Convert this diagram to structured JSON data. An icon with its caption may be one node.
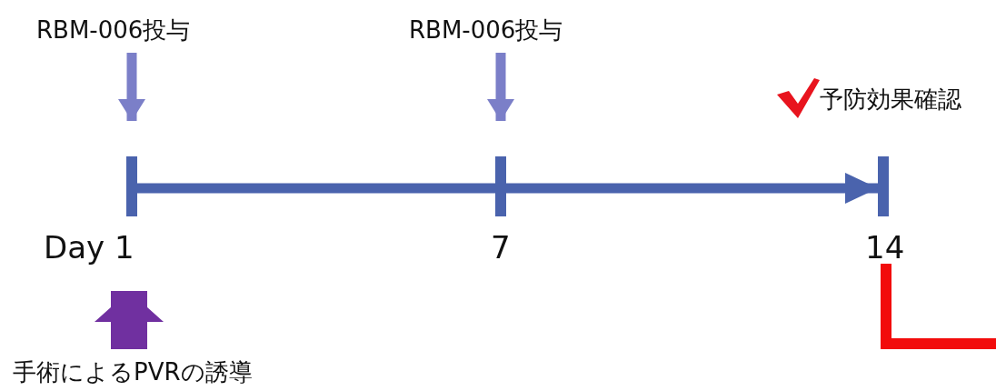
{
  "diagram": {
    "nodes": [
      {
        "text": [
          "RBM-006投与"
        ]
      },
      {
        "text": [
          "RBM-006投与"
        ]
      },
      {
        "text": [
          "Day 1"
        ]
      },
      {
        "text": [
          "7"
        ]
      },
      {
        "text": [
          "14"
        ]
      },
      {
        "text": [
          "手術によるPVRの誘導"
        ]
      }
    ],
    "edges": [
      {
        "from": 0,
        "to": 2,
        "arrow": "to",
        "color": "#7b7fc8"
      },
      {
        "from": 1,
        "to": 3,
        "arrow": "to",
        "color": "#7b7fc8"
      },
      {
        "from": 2,
        "to": 3,
        "arrow": "none",
        "color": "#4a63ad"
      },
      {
        "from": 3,
        "to": 4,
        "arrow": "to",
        "color": "#4a63ad"
      },
      {
        "from": 5,
        "to": 2,
        "arrow": "to",
        "style": "thick",
        "color": "#7030a0"
      }
    ],
    "labels": [
      "予防効果確認"
    ]
  }
}
